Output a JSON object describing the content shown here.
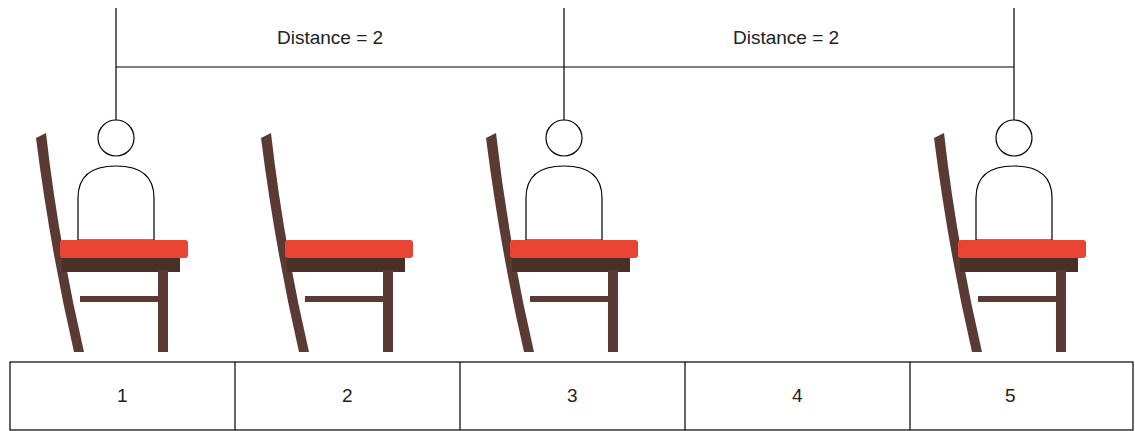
{
  "diagram": {
    "labels": [
      "Distance = 2",
      "Distance = 2",
      "1",
      "2",
      "3",
      "4",
      "5"
    ]
  }
}
